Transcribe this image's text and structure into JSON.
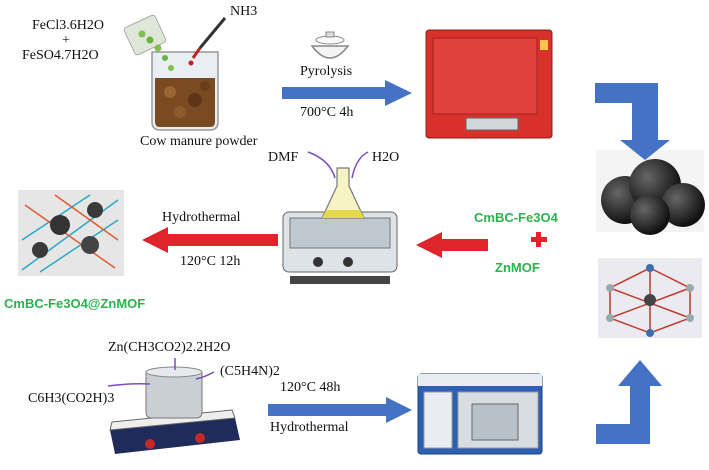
{
  "reagents": {
    "fe_salt1": "FeCl3.6H2O",
    "plus": "+",
    "fe_salt2": "FeSO4.7H2O",
    "ammonia": "NH3",
    "cow_manure": "Cow manure powder"
  },
  "step_pyrolysis": {
    "label": "Pyrolysis",
    "conditions": "700°C 4h"
  },
  "step_hydrothermal_1": {
    "solvent1": "DMF",
    "solvent2": "H2O",
    "label": "Hydrothermal",
    "conditions": "120°C 12h"
  },
  "combination": {
    "component1": "CmBC-Fe3O4",
    "plus": "+",
    "component2": "ZnMOF"
  },
  "product": "CmBC-Fe3O4@ZnMOF",
  "step_znmof": {
    "precursor1": "Zn(CH3CO2)2.2H2O",
    "precursor2": "(C5H4N)2",
    "precursor3": "C6H3(CO2H)3",
    "conditions": "120°C 48h",
    "label": "Hydrothermal"
  },
  "colors": {
    "blue_arrow": "#4472c4",
    "red_arrow": "#e0242b",
    "green_text": "#2bb24c",
    "furnace_red": "#d8312c",
    "oven_blue": "#2f5fb3"
  }
}
